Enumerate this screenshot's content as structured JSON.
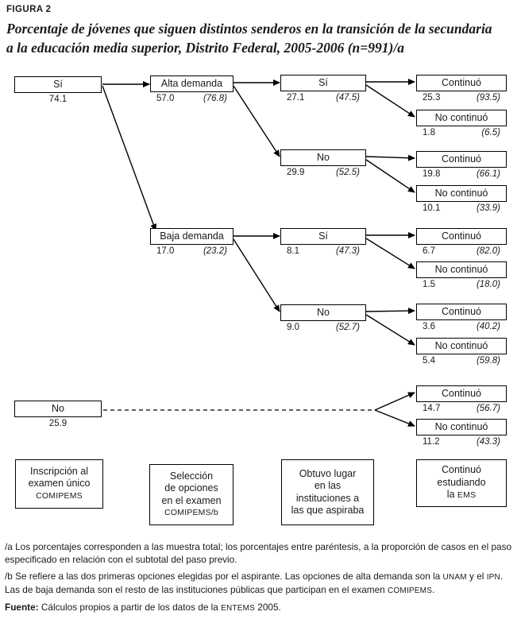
{
  "header": {
    "figure_label": "FIGURA 2",
    "title_line1": "Porcentaje de jóvenes que siguen distintos senderos en la transición de la secundaria",
    "title_line2": "a la educación media superior, Distrito Federal, 2005-2006 (n=991)/a"
  },
  "nodes": {
    "c1_si": {
      "label": "Sí",
      "pct": "74.1",
      "paren": ""
    },
    "c1_no": {
      "label": "No",
      "pct": "25.9",
      "paren": ""
    },
    "c2_alta": {
      "label": "Alta demanda",
      "pct": "57.0",
      "paren": "(76.8)"
    },
    "c2_baja": {
      "label": "Baja demanda",
      "pct": "17.0",
      "paren": "(23.2)"
    },
    "c3_a_si": {
      "label": "Sí",
      "pct": "27.1",
      "paren": "(47.5)"
    },
    "c3_a_no": {
      "label": "No",
      "pct": "29.9",
      "paren": "(52.5)"
    },
    "c3_b_si": {
      "label": "Sí",
      "pct": "8.1",
      "paren": "(47.3)"
    },
    "c3_b_no": {
      "label": "No",
      "pct": "9.0",
      "paren": "(52.7)"
    },
    "c4_r1_cont": {
      "label": "Continuó",
      "pct": "25.3",
      "paren": "(93.5)"
    },
    "c4_r1_noc": {
      "label": "No continuó",
      "pct": "1.8",
      "paren": "(6.5)"
    },
    "c4_r2_cont": {
      "label": "Continuó",
      "pct": "19.8",
      "paren": "(66.1)"
    },
    "c4_r2_noc": {
      "label": "No continuó",
      "pct": "10.1",
      "paren": "(33.9)"
    },
    "c4_r3_cont": {
      "label": "Continuó",
      "pct": "6.7",
      "paren": "(82.0)"
    },
    "c4_r3_noc": {
      "label": "No continuó",
      "pct": "1.5",
      "paren": "(18.0)"
    },
    "c4_r4_cont": {
      "label": "Continuó",
      "pct": "3.6",
      "paren": "(40.2)"
    },
    "c4_r4_noc": {
      "label": "No continuó",
      "pct": "5.4",
      "paren": "(59.8)"
    },
    "c4_r5_cont": {
      "label": "Continuó",
      "pct": "14.7",
      "paren": "(56.7)"
    },
    "c4_r5_noc": {
      "label": "No continuó",
      "pct": "11.2",
      "paren": "(43.3)"
    }
  },
  "legend": {
    "step1": {
      "l1": "Inscripción al",
      "l2": "examen único",
      "l3": "COMIPEMS"
    },
    "step2": {
      "l1": "Selección",
      "l2": "de opciones",
      "l3": "en el examen",
      "l4": "COMIPEMS/b"
    },
    "step3": {
      "l1": "Obtuvo lugar",
      "l2": "en las",
      "l3": "instituciones a",
      "l4": "las que aspiraba"
    },
    "step4": {
      "l1": "Continuó",
      "l2": "estudiando",
      "l3_pre": "la ",
      "l3_sc": "EMS"
    }
  },
  "notes": {
    "a": "/a Los porcentajes corresponden a las muestra total; los porcentajes entre paréntesis, a la proporción de casos en el paso especificado en relación con el subtotal del paso previo.",
    "b_1": "/b Se refiere a las dos primeras opciones elegidas por el aspirante. Las opciones de alta demanda son la ",
    "b_sc1": "UNAM",
    "b_2": " y el ",
    "b_sc2": "IPN",
    "b_3": ". Las de baja demanda son el resto de las instituciones públicas que participan en el examen ",
    "b_sc3": "COMIPEMS",
    "b_4": ".",
    "source_label": "Fuente:",
    "source_1": " Cálculos propios a partir de los datos de la ",
    "source_sc": "ENTEMS",
    "source_2": " 2005."
  },
  "chart_data": {
    "type": "tree",
    "title": "Porcentaje de jóvenes que siguen distintos senderos en la transición de la secundaria a la educación media superior, Distrito Federal, 2005-2006 (n=991)",
    "n": 991,
    "steps": [
      "Inscripción al examen único COMIPEMS",
      "Selección de opciones en el examen COMIPEMS/b",
      "Obtuvo lugar en las instituciones a las que aspiraba",
      "Continuó estudiando la EMS"
    ],
    "tree": [
      {
        "label": "Sí",
        "value": 74.1,
        "share": null,
        "children": [
          {
            "label": "Alta demanda",
            "value": 57.0,
            "share": 76.8,
            "children": [
              {
                "label": "Sí",
                "value": 27.1,
                "share": 47.5,
                "children": [
                  {
                    "label": "Continuó",
                    "value": 25.3,
                    "share": 93.5
                  },
                  {
                    "label": "No continuó",
                    "value": 1.8,
                    "share": 6.5
                  }
                ]
              },
              {
                "label": "No",
                "value": 29.9,
                "share": 52.5,
                "children": [
                  {
                    "label": "Continuó",
                    "value": 19.8,
                    "share": 66.1
                  },
                  {
                    "label": "No continuó",
                    "value": 10.1,
                    "share": 33.9
                  }
                ]
              }
            ]
          },
          {
            "label": "Baja demanda",
            "value": 17.0,
            "share": 23.2,
            "children": [
              {
                "label": "Sí",
                "value": 8.1,
                "share": 47.3,
                "children": [
                  {
                    "label": "Continuó",
                    "value": 6.7,
                    "share": 82.0
                  },
                  {
                    "label": "No continuó",
                    "value": 1.5,
                    "share": 18.0
                  }
                ]
              },
              {
                "label": "No",
                "value": 9.0,
                "share": 52.7,
                "children": [
                  {
                    "label": "Continuó",
                    "value": 3.6,
                    "share": 40.2
                  },
                  {
                    "label": "No continuó",
                    "value": 5.4,
                    "share": 59.8
                  }
                ]
              }
            ]
          }
        ]
      },
      {
        "label": "No",
        "value": 25.9,
        "share": null,
        "children": [
          {
            "label": "Continuó",
            "value": 14.7,
            "share": 56.7
          },
          {
            "label": "No continuó",
            "value": 11.2,
            "share": 43.3
          }
        ]
      }
    ]
  }
}
